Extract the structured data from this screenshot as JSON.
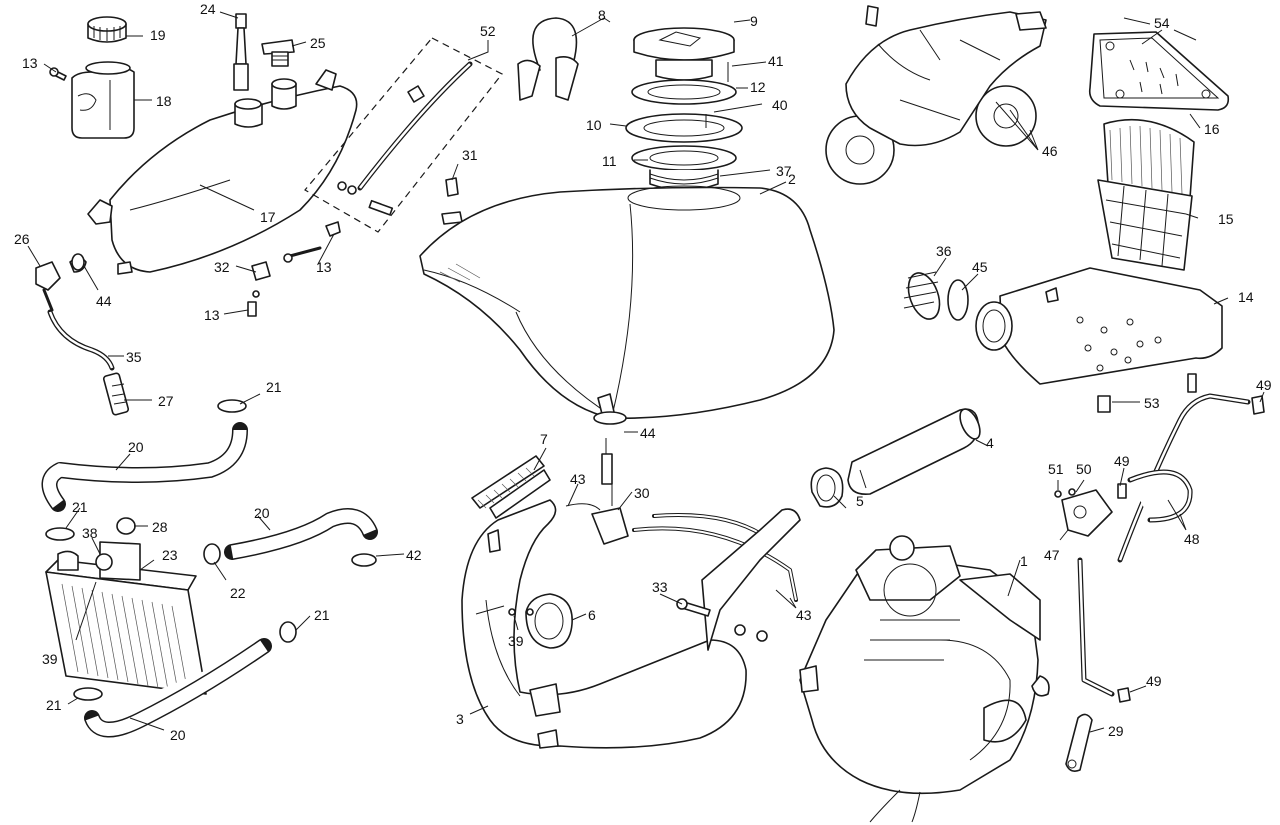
{
  "diagram": {
    "callouts": [
      {
        "id": "c1",
        "label": "1"
      },
      {
        "id": "c2",
        "label": "2"
      },
      {
        "id": "c3",
        "label": "3"
      },
      {
        "id": "c4",
        "label": "4"
      },
      {
        "id": "c5",
        "label": "5"
      },
      {
        "id": "c6",
        "label": "6"
      },
      {
        "id": "c7",
        "label": "7"
      },
      {
        "id": "c8",
        "label": "8"
      },
      {
        "id": "c9",
        "label": "9"
      },
      {
        "id": "c10",
        "label": "10"
      },
      {
        "id": "c11",
        "label": "11"
      },
      {
        "id": "c12",
        "label": "12"
      },
      {
        "id": "c13a",
        "label": "13"
      },
      {
        "id": "c13b",
        "label": "13"
      },
      {
        "id": "c13c",
        "label": "13"
      },
      {
        "id": "c14",
        "label": "14"
      },
      {
        "id": "c15",
        "label": "15"
      },
      {
        "id": "c16",
        "label": "16"
      },
      {
        "id": "c17",
        "label": "17"
      },
      {
        "id": "c18",
        "label": "18"
      },
      {
        "id": "c19",
        "label": "19"
      },
      {
        "id": "c20a",
        "label": "20"
      },
      {
        "id": "c20b",
        "label": "20"
      },
      {
        "id": "c20c",
        "label": "20"
      },
      {
        "id": "c21a",
        "label": "21"
      },
      {
        "id": "c21b",
        "label": "21"
      },
      {
        "id": "c21c",
        "label": "21"
      },
      {
        "id": "c21d",
        "label": "21"
      },
      {
        "id": "c22",
        "label": "22"
      },
      {
        "id": "c23",
        "label": "23"
      },
      {
        "id": "c24",
        "label": "24"
      },
      {
        "id": "c25",
        "label": "25"
      },
      {
        "id": "c26",
        "label": "26"
      },
      {
        "id": "c27",
        "label": "27"
      },
      {
        "id": "c28",
        "label": "28"
      },
      {
        "id": "c29",
        "label": "29"
      },
      {
        "id": "c30",
        "label": "30"
      },
      {
        "id": "c31",
        "label": "31"
      },
      {
        "id": "c32",
        "label": "32"
      },
      {
        "id": "c33",
        "label": "33"
      },
      {
        "id": "c35",
        "label": "35"
      },
      {
        "id": "c36",
        "label": "36"
      },
      {
        "id": "c37",
        "label": "37"
      },
      {
        "id": "c38",
        "label": "38"
      },
      {
        "id": "c39a",
        "label": "39"
      },
      {
        "id": "c39b",
        "label": "39"
      },
      {
        "id": "c40",
        "label": "40"
      },
      {
        "id": "c41",
        "label": "41"
      },
      {
        "id": "c42",
        "label": "42"
      },
      {
        "id": "c43a",
        "label": "43"
      },
      {
        "id": "c43b",
        "label": "43"
      },
      {
        "id": "c44a",
        "label": "44"
      },
      {
        "id": "c44b",
        "label": "44"
      },
      {
        "id": "c45",
        "label": "45"
      },
      {
        "id": "c46",
        "label": "46"
      },
      {
        "id": "c47",
        "label": "47"
      },
      {
        "id": "c48",
        "label": "48"
      },
      {
        "id": "c49a",
        "label": "49"
      },
      {
        "id": "c49b",
        "label": "49"
      },
      {
        "id": "c49c",
        "label": "49"
      },
      {
        "id": "c50",
        "label": "50"
      },
      {
        "id": "c51",
        "label": "51"
      },
      {
        "id": "c52",
        "label": "52"
      },
      {
        "id": "c53",
        "label": "53"
      },
      {
        "id": "c54",
        "label": "54"
      }
    ]
  }
}
